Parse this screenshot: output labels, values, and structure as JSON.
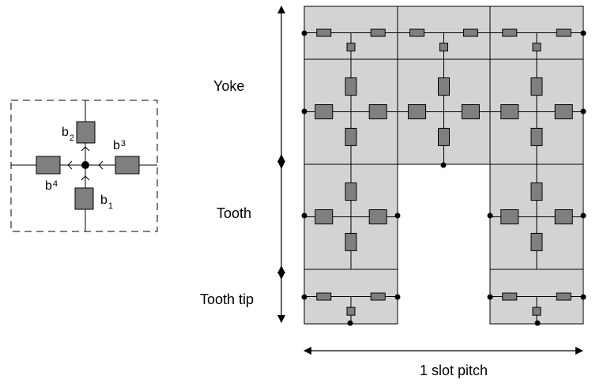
{
  "labels": {
    "yoke": "Yoke",
    "tooth": "Tooth",
    "tooth_tip": "Tooth tip",
    "slot_pitch": "1 slot pitch"
  },
  "branches": {
    "b1": {
      "base": "b",
      "sub": "1"
    },
    "b2": {
      "base": "b",
      "sub": "2"
    },
    "b3": {
      "base": "b",
      "sub": "3"
    },
    "b4": {
      "base": "b",
      "sub": "4"
    }
  },
  "colors": {
    "element_fill": "#d3d3d3",
    "resistor_fill": "#7f7f7f",
    "line": "#000000"
  }
}
